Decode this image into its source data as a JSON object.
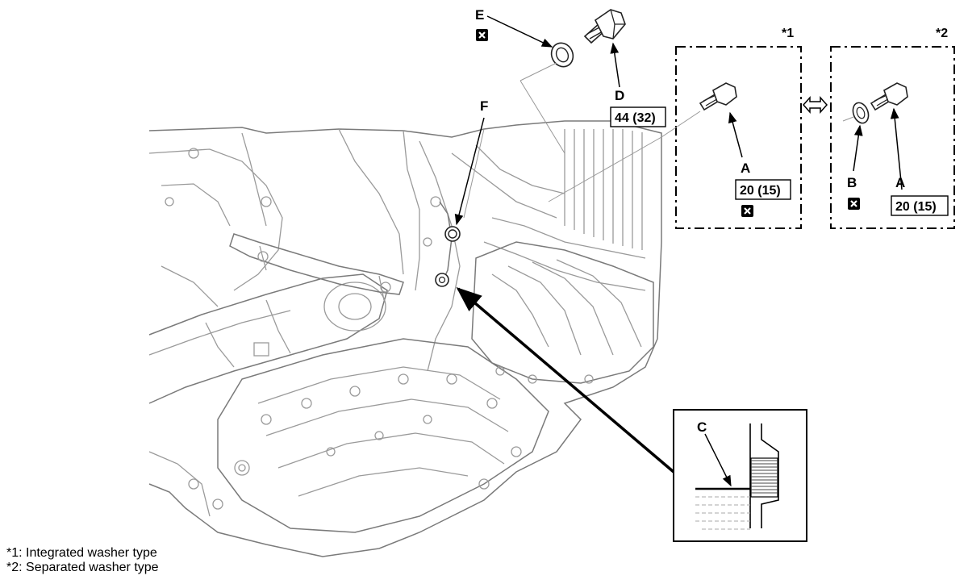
{
  "labels": {
    "A": "A",
    "B": "B",
    "C": "C",
    "D": "D",
    "E": "E",
    "F": "F"
  },
  "torque": {
    "drain_plug": "44 (32)",
    "bolt_integrated": "20 (15)",
    "bolt_separated": "20 (15)"
  },
  "insets": {
    "integrated_marker": "*1",
    "separated_marker": "*2"
  },
  "notes": [
    "*1: Integrated washer type",
    "*2: Separated washer type"
  ],
  "icons": {
    "replace": "replace-part-icon",
    "interchange": "double-arrow-icon"
  }
}
